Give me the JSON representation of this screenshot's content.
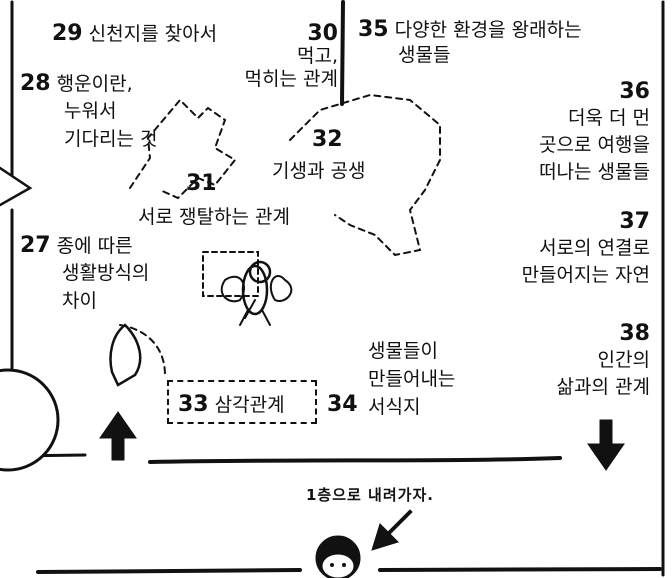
{
  "sections": {
    "s29": {
      "num": "29",
      "label": "신천지를 찾아서"
    },
    "s30": {
      "num": "30",
      "lines": [
        "먹고,",
        "먹히는 관계"
      ]
    },
    "s35": {
      "num": "35",
      "lines": [
        "다양한 환경을 왕래하는",
        "생물들"
      ]
    },
    "s28": {
      "num": "28",
      "lines": [
        "행운이란,",
        "누워서",
        "기다리는 것"
      ]
    },
    "s36": {
      "num": "36",
      "lines": [
        "더욱 더 먼",
        "곳으로 여행을",
        "떠나는 생물들"
      ]
    },
    "s32": {
      "num": "32",
      "label": "기생과 공생"
    },
    "s31": {
      "num": "31",
      "label": "서로 쟁탈하는 관계"
    },
    "s37": {
      "num": "37",
      "lines": [
        "서로의 연결로",
        "만들어지는 자연"
      ]
    },
    "s27": {
      "num": "27",
      "lines": [
        "종에 따른",
        "생활방식의",
        "차이"
      ]
    },
    "s38": {
      "num": "38",
      "lines": [
        "인간의",
        "삶과의 관계"
      ]
    },
    "s33": {
      "num": "33",
      "label": "삼각관계"
    },
    "s34": {
      "num": "34",
      "lines": [
        "생물들이",
        "만들어내는",
        "서식지"
      ]
    }
  },
  "handwritten_note": "1층으로 내려가자."
}
